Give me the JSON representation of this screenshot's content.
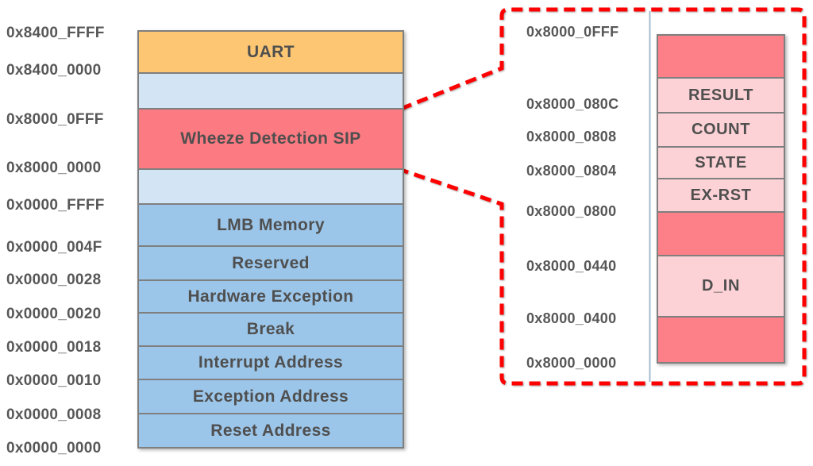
{
  "diagram": {
    "description": "Memory map with zoom callout to Wheeze Detection SIP register detail"
  },
  "colors": {
    "uart_fill": "#FCC672",
    "empty_fill": "#D3E5F5",
    "sip_fill": "#FC7A81",
    "memory_fill": "#9CC6E9",
    "detail_empty_fill": "#FD8088",
    "register_fill": "#FDD2D6",
    "callout_red": "#FF0000",
    "border_gray": "#7F7F7F",
    "text_gray": "#575757"
  },
  "left_map": {
    "addresses": [
      "0x8400_FFFF",
      "0x8400_0000",
      "0x8000_0FFF",
      "0x8000_0000",
      "0x0000_FFFF",
      "0x0000_004F",
      "0x0000_0028",
      "0x0000_0020",
      "0x0000_0018",
      "0x0000_0010",
      "0x0000_0008",
      "0x0000_0000"
    ],
    "regions": [
      {
        "label": "UART",
        "type": "uart"
      },
      {
        "label": "",
        "type": "empty"
      },
      {
        "label": "Wheeze Detection SIP",
        "type": "sip"
      },
      {
        "label": "",
        "type": "empty"
      },
      {
        "label": "LMB Memory",
        "type": "memory"
      },
      {
        "label": "Reserved",
        "type": "memory"
      },
      {
        "label": "Hardware Exception",
        "type": "memory"
      },
      {
        "label": "Break",
        "type": "memory"
      },
      {
        "label": "Interrupt Address",
        "type": "memory"
      },
      {
        "label": "Exception Address",
        "type": "memory"
      },
      {
        "label": "Reset Address",
        "type": "memory"
      }
    ]
  },
  "detail_map": {
    "addresses": [
      "0x8000_0FFF",
      "0x8000_080C",
      "0x8000_0808",
      "0x8000_0804",
      "0x8000_0800",
      "0x8000_0440",
      "0x8000_0400",
      "0x8000_0000"
    ],
    "registers": [
      {
        "label": "",
        "type": "empty"
      },
      {
        "label": "RESULT",
        "type": "register"
      },
      {
        "label": "COUNT",
        "type": "register"
      },
      {
        "label": "STATE",
        "type": "register"
      },
      {
        "label": "EX-RST",
        "type": "register"
      },
      {
        "label": "",
        "type": "empty"
      },
      {
        "label": "D_IN",
        "type": "register"
      },
      {
        "label": "",
        "type": "empty"
      }
    ]
  }
}
